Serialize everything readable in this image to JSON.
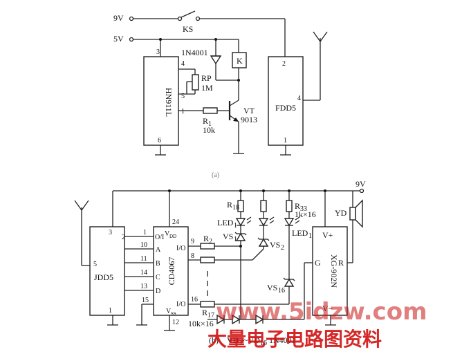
{
  "top": {
    "supply_9v": "9V",
    "supply_5v": "5V",
    "switch_label": "KS",
    "ic1_name": "HN911L",
    "ic1_pin3": "3",
    "ic1_pin4": "4",
    "ic1_pin5": "5",
    "ic1_pin1": "1",
    "ic1_pin6": "6",
    "diode_label": "1N4001",
    "relay_label": "K",
    "pot_label": "RP",
    "pot_value": "1M",
    "r1_label": "R",
    "r1_sub": "1",
    "r1_value": "10k",
    "transistor_label": "VT",
    "transistor_value": "9013",
    "ic2_name": "FDD5",
    "ic2_pin2": "2",
    "ic2_pin4": "4",
    "ic2_pin1": "1",
    "caption": "(a)"
  },
  "bottom": {
    "supply_9v": "9V",
    "decoder_name": "JDD5",
    "decoder_pin3": "3",
    "decoder_pin2": "2",
    "decoder_pin5": "5",
    "decoder_pin1": "1",
    "mux_name": "CD4067",
    "mux_pin24": "24",
    "mux_vdd": "V",
    "mux_vdd_sub": "DD",
    "mux_pin_oi": "O/I",
    "mux_pin_a": "A",
    "mux_pin_b": "B",
    "mux_pin_c": "C",
    "mux_pin_d": "D",
    "mux_pin_io1": "I/O",
    "mux_pin_io2": "I/O",
    "mux_vss": "V",
    "mux_vss_sub": "SS",
    "mux_pin12": "12",
    "pin1": "1",
    "pin10": "10",
    "pin11": "11",
    "pin14": "14",
    "pin13": "13",
    "pin15": "15",
    "pin9": "9",
    "pin8": "8",
    "pin16": "16",
    "r2_label": "R",
    "r2_sub": "2",
    "r17_label": "R",
    "r17_sub": "17",
    "r17_value": "10k×16",
    "r18_label": "R",
    "r18_sub": "18",
    "r33_label": "R",
    "r33_sub": "33",
    "r33_value": "1k×16",
    "led1_label": "LED",
    "led1_sub": "1",
    "led16_label": "LED",
    "led16_sub": "16",
    "vs1_label": "VS",
    "vs1_sub": "1",
    "vs2_label": "VS",
    "vs2_sub": "2",
    "vs16_label": "VS",
    "vs16_sub": "16",
    "speaker_label": "YD",
    "ic_name": "XG-902N",
    "ic_vplus": "V+",
    "ic_vminus": "V−",
    "ic_g": "G",
    "ic_r": "R",
    "vd_label": "VD",
    "vd_sub1": "1",
    "vd_mid": "~VD",
    "vd_sub16": "16",
    "vd_value": "1N4001",
    "caption": "(b)"
  },
  "watermark": {
    "url": "www.5idzw.com",
    "title": "大量电子电路图资料"
  }
}
